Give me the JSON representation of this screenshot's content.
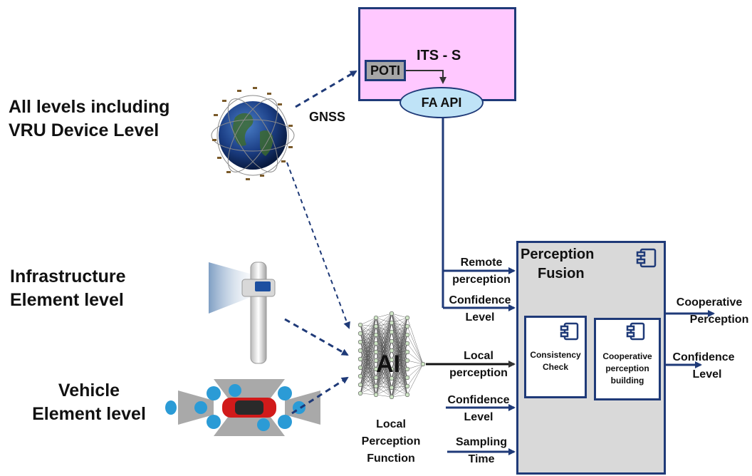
{
  "levels": {
    "vru": "All levels including VRU Device Level",
    "vru_line1": "All levels including",
    "vru_line2": "VRU Device Level",
    "infra_line1": "Infrastructure",
    "infra_line2": "Element level",
    "vehicle_line1": "Vehicle",
    "vehicle_line2": "Element level"
  },
  "gnss": {
    "label": "GNSS"
  },
  "its_s": {
    "title": "ITS - S",
    "poti": "POTI",
    "fa_api": "FA API"
  },
  "ai": {
    "label": "AI",
    "caption_line1": "Local",
    "caption_line2": "Perception",
    "caption_line3": "Function"
  },
  "inputs": {
    "remote_1": "Remote",
    "remote_2": "perception",
    "conf_remote_1": "Confidence",
    "conf_remote_2": "Level",
    "local_1": "Local",
    "local_2": "perception",
    "conf_local_1": "Confidence",
    "conf_local_2": "Level",
    "sampling_1": "Sampling",
    "sampling_2": "Time"
  },
  "fusion": {
    "title_1": "Perception",
    "title_2": "Fusion",
    "consistency_1": "Consistency",
    "consistency_2": "Check",
    "coop_build_1": "Cooperative",
    "coop_build_2": "perception",
    "coop_build_3": "building",
    "component_icon": "component-icon"
  },
  "outputs": {
    "coop_1": "Cooperative",
    "coop_2": "Perception",
    "conf_1": "Confidence",
    "conf_2": "Level"
  },
  "colors": {
    "line": "#1f3a78",
    "its_fill": "#ffc8ff",
    "fusion_fill": "#d9d9d9",
    "fa_api_fill": "#bfe3f7"
  }
}
